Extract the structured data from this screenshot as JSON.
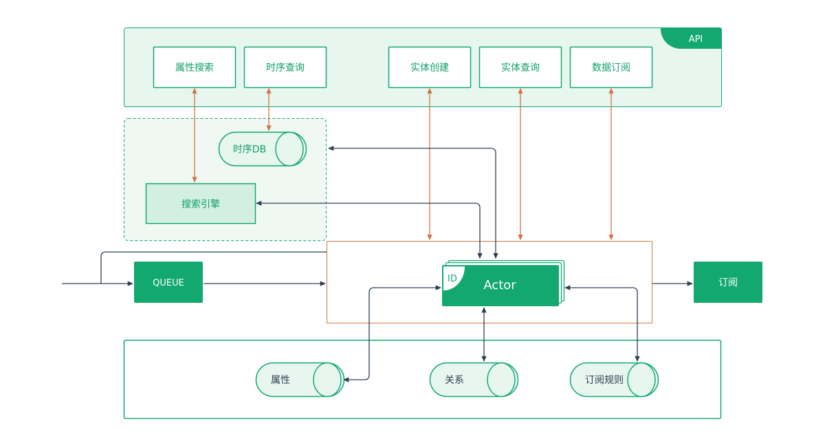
{
  "api_panel": {
    "badge": "API",
    "buttons": [
      "属性搜索",
      "时序查询",
      "实体创建",
      "实体查询",
      "数据订阅"
    ]
  },
  "storage_panel": {
    "timeseries_db": "时序DB",
    "search_engine": "搜索引擎"
  },
  "queue": "QUEUE",
  "actor": {
    "id_badge": "ID",
    "label": "Actor"
  },
  "subscribe": "订阅",
  "bottom_panel": {
    "stores": [
      "属性",
      "关系",
      "订阅规则"
    ]
  },
  "colors": {
    "green": "#12a870",
    "green_text": "#10a06a",
    "light_green_bg": "#e8f6f0",
    "orange": "#d2733f",
    "navy": "#2d3e50"
  }
}
